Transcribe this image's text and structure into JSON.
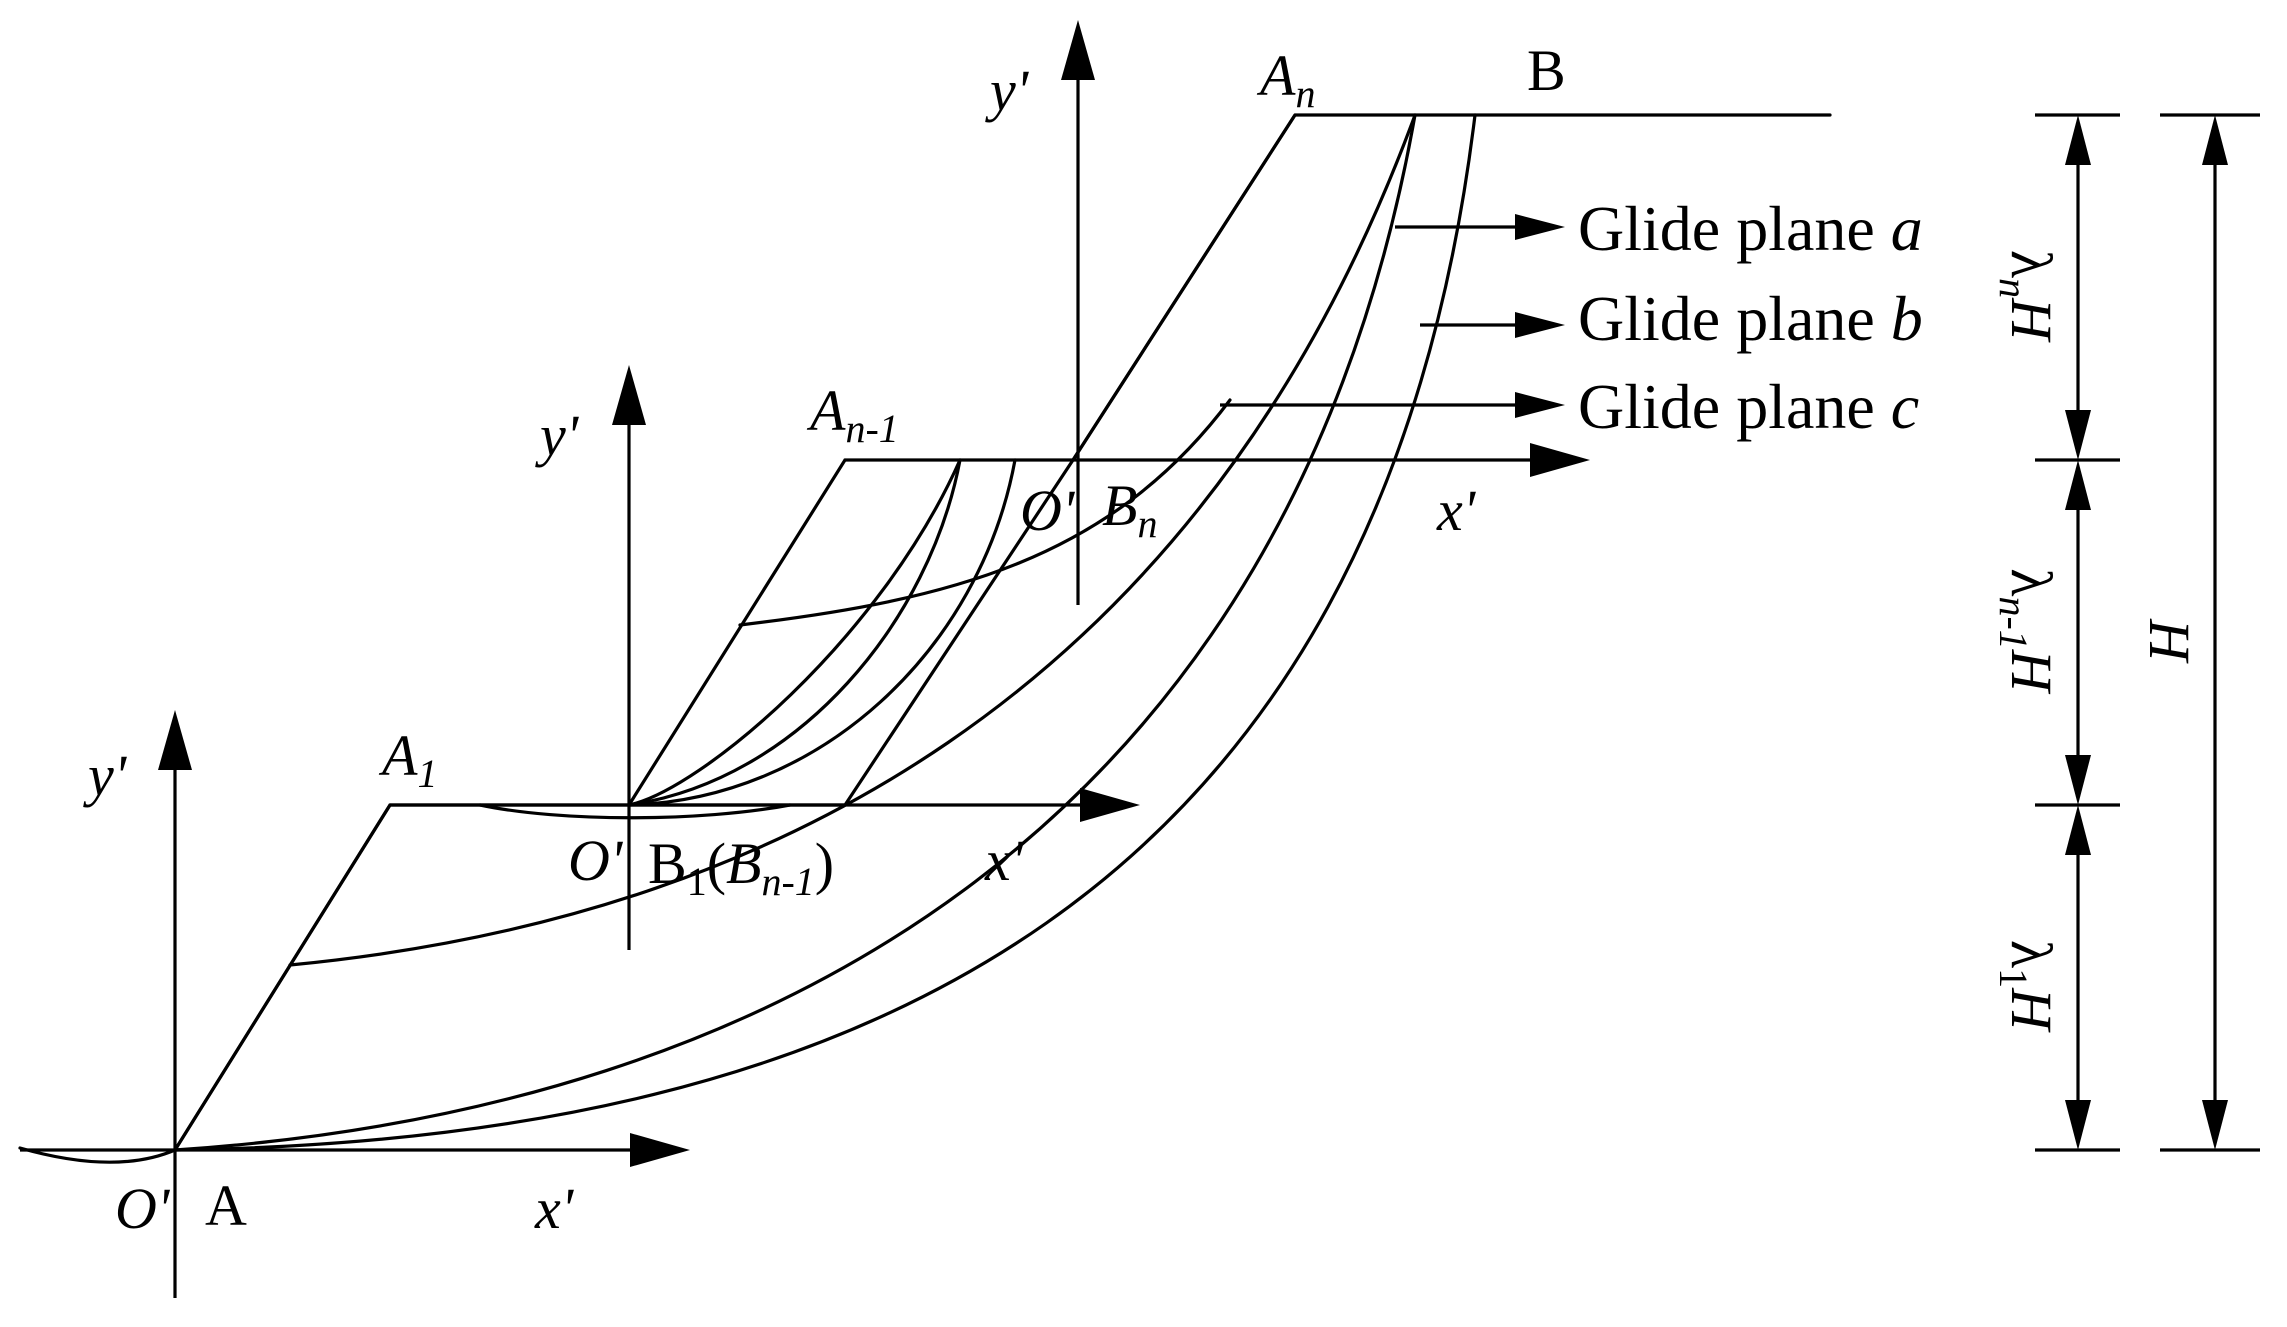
{
  "labels": {
    "point_A": "A",
    "point_B": "B",
    "point_A1": "A",
    "point_A1_sub": "1",
    "point_An1": "A",
    "point_An1_sub": "n-1",
    "point_An": "A",
    "point_An_sub": "n",
    "origin": "O'",
    "x_axis": "x'",
    "y_axis": "y'",
    "point_B1_main": "B",
    "point_B1_sub": "1",
    "point_B1_paren_open": "(",
    "point_B1_paren_main": "B",
    "point_B1_paren_sub": "n-1",
    "point_B1_paren_close": ")",
    "point_Bn": "B",
    "point_Bn_sub": "n"
  },
  "glide_planes": [
    {
      "prefix": "Glide plane ",
      "letter": "a"
    },
    {
      "prefix": "Glide plane ",
      "letter": "b"
    },
    {
      "prefix": "Glide plane ",
      "letter": "c"
    }
  ],
  "dimensions": {
    "lambda_n": {
      "sym": "λ",
      "sub": "n",
      "var": "H"
    },
    "lambda_n1": {
      "sym": "λ",
      "sub": "n-1",
      "var": "H"
    },
    "lambda_1": {
      "sym": "λ",
      "sub": "1",
      "var": "H"
    },
    "total": "H"
  }
}
